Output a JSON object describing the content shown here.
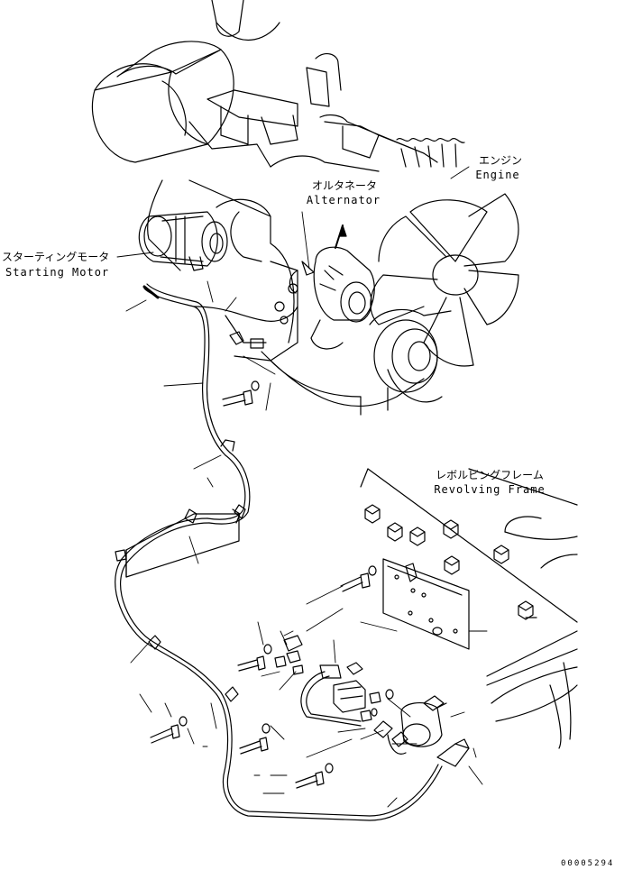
{
  "labels": {
    "engine": {
      "jp": "エンジン",
      "en": "Engine"
    },
    "alternator": {
      "jp": "オルタネータ",
      "en": "Alternator"
    },
    "starting_motor": {
      "jp": "スターティングモータ",
      "en": "Starting Motor"
    },
    "revolving_frame": {
      "jp": "レボルビングフレーム",
      "en": "Revolving Frame"
    }
  },
  "document_number": "00005294",
  "colors": {
    "line": "#000000",
    "background": "#ffffff"
  }
}
